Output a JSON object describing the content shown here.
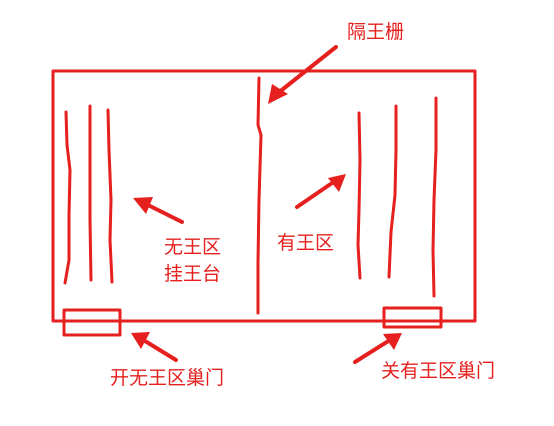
{
  "colors": {
    "stroke": "#e5201e",
    "text": "#e5201e",
    "background": "#ffffff"
  },
  "labels": {
    "divider": "隔王栅",
    "queenless_zone_line1": "无王区",
    "queenless_zone_line2": "挂王台",
    "queen_zone": "有王区",
    "open_entrance": "开无王区巢门",
    "close_entrance": "关有王区巢门"
  }
}
